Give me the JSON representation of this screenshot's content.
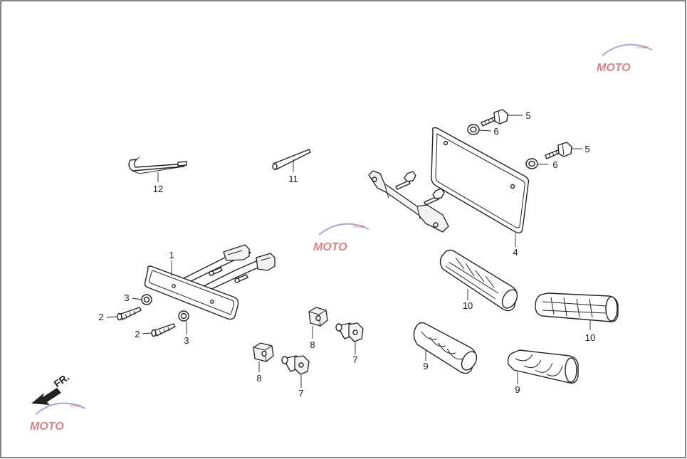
{
  "diagram": {
    "direction_label": "FR.",
    "watermark": {
      "main": "MOTO",
      "sub": "Guide"
    },
    "callouts": [
      {
        "id": "c1",
        "text": "1"
      },
      {
        "id": "c2a",
        "text": "2"
      },
      {
        "id": "c2b",
        "text": "2"
      },
      {
        "id": "c3a",
        "text": "3"
      },
      {
        "id": "c3b",
        "text": "3"
      },
      {
        "id": "c4",
        "text": "4"
      },
      {
        "id": "c5a",
        "text": "5"
      },
      {
        "id": "c5b",
        "text": "5"
      },
      {
        "id": "c6a",
        "text": "6"
      },
      {
        "id": "c6b",
        "text": "6"
      },
      {
        "id": "c7a",
        "text": "7"
      },
      {
        "id": "c7b",
        "text": "7"
      },
      {
        "id": "c8a",
        "text": "8"
      },
      {
        "id": "c8b",
        "text": "8"
      },
      {
        "id": "c9a",
        "text": "9"
      },
      {
        "id": "c9b",
        "text": "9"
      },
      {
        "id": "c10a",
        "text": "10"
      },
      {
        "id": "c10b",
        "text": "10"
      },
      {
        "id": "c11",
        "text": "11"
      },
      {
        "id": "c12",
        "text": "12"
      }
    ]
  }
}
